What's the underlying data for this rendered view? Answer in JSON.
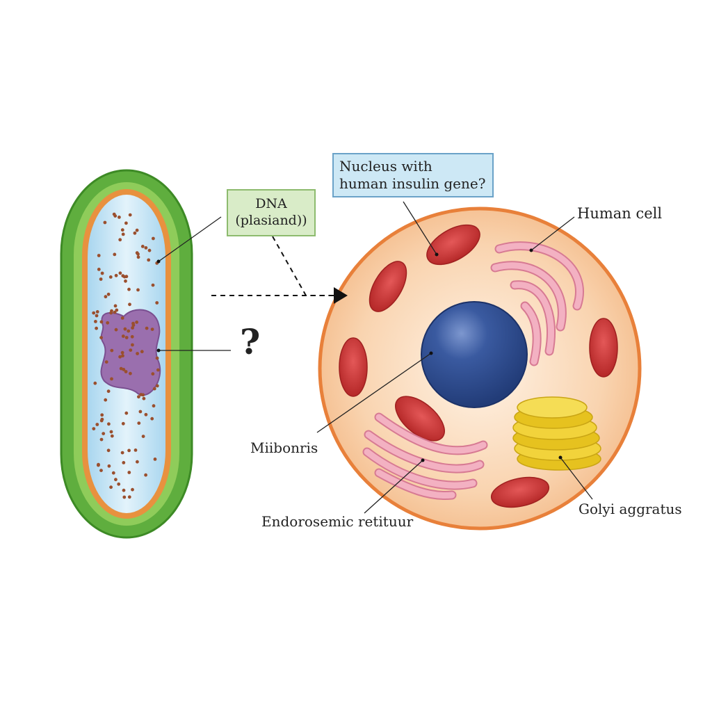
{
  "labels": {
    "dna_line1": "DNA",
    "dna_line2": "(plasiand))",
    "nucleus_line1": "Nucleus with",
    "nucleus_line2": "human insulin gene?",
    "human_cell": "Human cell",
    "mitochondria": "Miibonris",
    "endoplasmic": "Endorosemic retituur",
    "golgi": "Golyi aggratus",
    "question": "?"
  },
  "colors": {
    "bacterium_wall": "#5fae3e",
    "bacterium_membrane": "#e8913f",
    "bacterium_cytoplasm": "#bfe1f3",
    "nucleoid": "#9a6fae",
    "cell_membrane": "#e8803a",
    "cell_cytoplasm": "#f7c9a0",
    "nucleus": "#2f4f93",
    "mitochondria": "#d23a3a",
    "er": "#eea0b4",
    "golgi": "#f2d33b"
  }
}
